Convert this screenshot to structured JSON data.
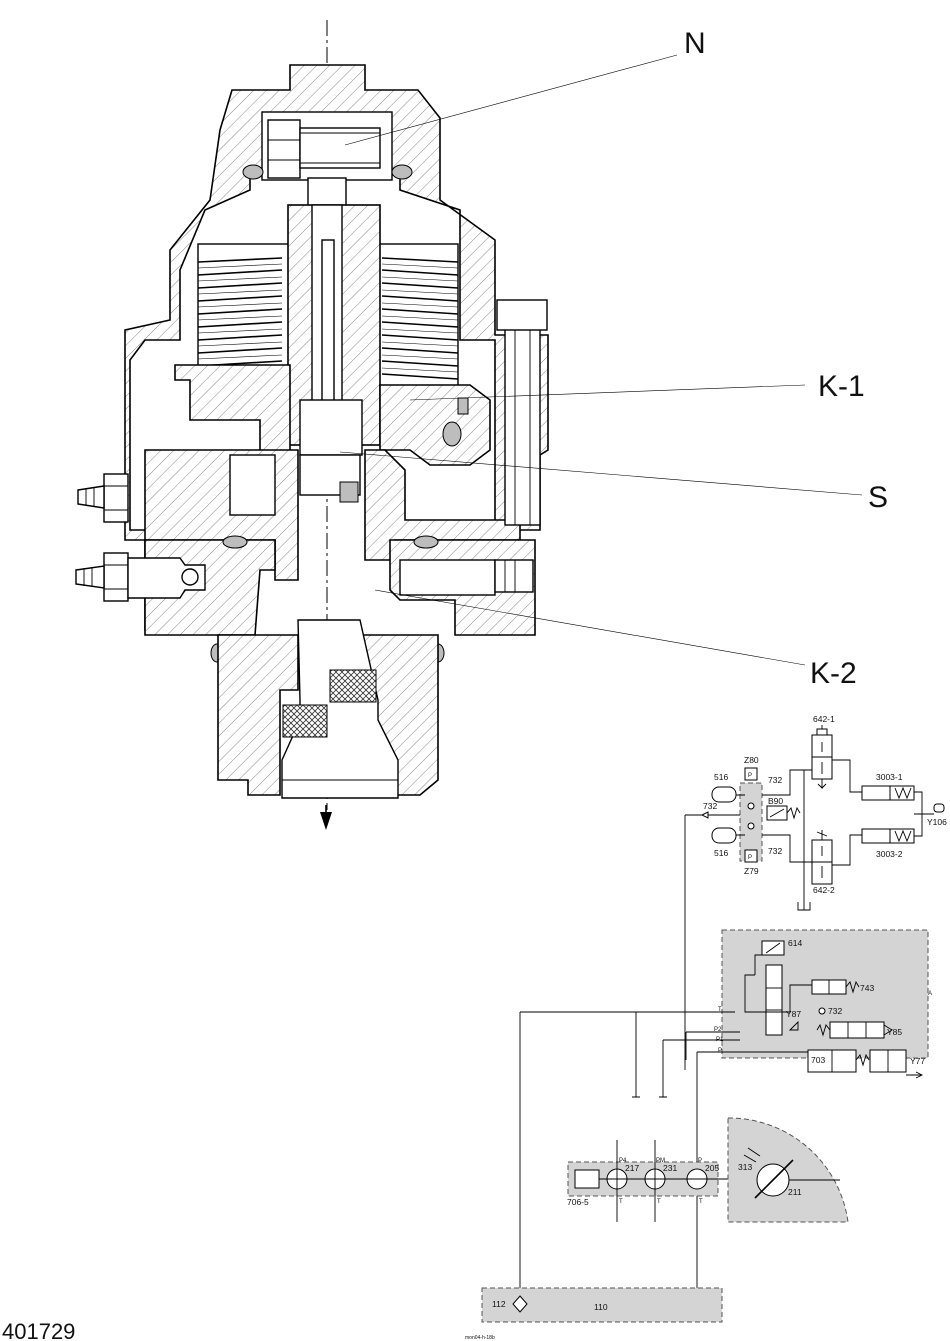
{
  "callouts": {
    "n": "N",
    "k1": "K-1",
    "s": "S",
    "k2": "K-2"
  },
  "schematic": {
    "valve_top": "642-1",
    "valve_bottom": "642-2",
    "z80": "Z80",
    "z79": "Z79",
    "p_top": "P",
    "p_bottom": "P",
    "acc_top": "516",
    "acc_bottom": "516",
    "check_left": "732",
    "check_top": "732",
    "check_bottom": "732",
    "b90": "B90",
    "cyl_top": "3003-1",
    "cyl_bottom": "3003-2",
    "y106": "Y106",
    "v614": "614",
    "v743": "743",
    "v732": "732",
    "y87": "Y87",
    "y85": "Y85",
    "v703": "703",
    "y77": "Y77",
    "port_a": "A",
    "port_t": "T",
    "port_p2": "P2",
    "port_p1": "P1",
    "port_p": "P",
    "v706": "706-5",
    "pump_217": "217",
    "pump_231": "231",
    "pump_205": "205",
    "lbl_p4": "P4",
    "lbl_pm": "PM",
    "lbl_p": "P",
    "lbl_t1": "T",
    "lbl_t2": "T",
    "lbl_t3": "T",
    "motor_313": "313",
    "motor_211": "211",
    "tank_112": "112",
    "tank_110": "110"
  },
  "footer": {
    "doc_number": "401729",
    "file_ref": "mon04-h-18b"
  }
}
